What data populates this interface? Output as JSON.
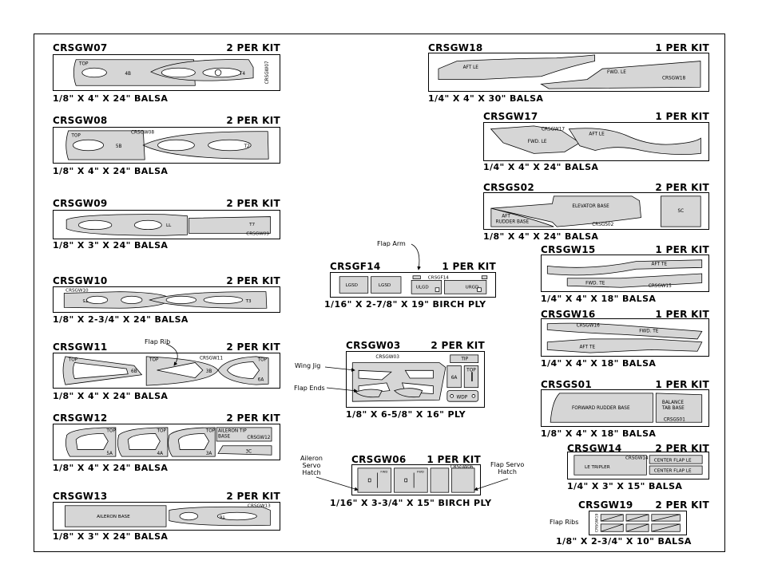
{
  "sheets": {
    "w07": {
      "code": "CRSGW07",
      "qty": "2 PER KIT",
      "material": "1/8\" X 4\" X 24\" BALSA",
      "labels": [
        "TOP",
        "4B",
        "T4",
        "CRSGW07"
      ]
    },
    "w08": {
      "code": "CRSGW08",
      "qty": "2 PER KIT",
      "material": "1/8\" X 4\" X 24\" BALSA",
      "labels": [
        "TOP",
        "5B",
        "CRSGW08",
        "T2"
      ]
    },
    "w09": {
      "code": "CRSGW09",
      "qty": "2 PER KIT",
      "material": "1/8\" X 3\" X 24\" BALSA",
      "labels": [
        "LL",
        "T7",
        "CRSGW09"
      ]
    },
    "w10": {
      "code": "CRSGW10",
      "qty": "2 PER KIT",
      "material": "1/8\" X 2-3/4\" X 24\" BALSA",
      "labels": [
        "CRSGW10",
        "T5",
        "T3"
      ]
    },
    "w11": {
      "code": "CRSGW11",
      "qty": "2 PER KIT",
      "material": "1/8\" X 4\" X 24\" BALSA",
      "labels": [
        "TOP",
        "6B",
        "TOP",
        "CRSGW11",
        "3B",
        "TOP",
        "6A"
      ]
    },
    "w12": {
      "code": "CRSGW12",
      "qty": "2 PER KIT",
      "material": "1/8\" X 4\" X 24\" BALSA",
      "labels": [
        "TOP",
        "5A",
        "TOP",
        "4A",
        "TOP",
        "3A",
        "AILERON TIP",
        "BASE",
        "CRSGW12",
        "3C"
      ]
    },
    "w13": {
      "code": "CRSGW13",
      "qty": "2 PER KIT",
      "material": "1/8\" X 3\" X 24\" BALSA",
      "labels": [
        "AILERON BASE",
        "CRSGW13",
        "T6"
      ]
    },
    "f14": {
      "code": "CRSGF14",
      "qty": "1 PER KIT",
      "material": "1/16\" X 2-7/8\" X 19\" BIRCH PLY",
      "labels": [
        "LGSD",
        "LGSD",
        "CRSGF14",
        "ULGD",
        "URGD"
      ]
    },
    "w03": {
      "code": "CRSGW03",
      "qty": "2 PER KIT",
      "material": "1/8\" X 6-5/8\" X 16\" PLY",
      "labels": [
        "CRSGW03",
        "TIP",
        "6A",
        "TOP",
        "WDP"
      ]
    },
    "w06": {
      "code": "CRSGW06",
      "qty": "1 PER KIT",
      "material": "1/16\" X 3-3/4\" X 15\" BIRCH PLY",
      "labels": [
        "CRSGW06",
        "FWD",
        "FWD"
      ]
    },
    "w18": {
      "code": "CRSGW18",
      "qty": "1 PER KIT",
      "material": "1/4\" X 4\" X 30\" BALSA",
      "labels": [
        "AFT LE",
        "FWD. LE",
        "CRSGW18"
      ]
    },
    "w17": {
      "code": "CRSGW17",
      "qty": "1 PER KIT",
      "material": "1/4\" X 4\" X 24\" BALSA",
      "labels": [
        "CRSGW17",
        "FWD. LE",
        "AFT LE"
      ]
    },
    "s02": {
      "code": "CRSGS02",
      "qty": "2 PER KIT",
      "material": "1/8\" X 4\" X 24\" BALSA",
      "labels": [
        "ELEVATOR BASE",
        "SC",
        "AFT",
        "RUDDER BASE",
        "CRSGS02"
      ]
    },
    "w15": {
      "code": "CRSGW15",
      "qty": "1 PER KIT",
      "material": "1/4\" X 4\" X 18\" BALSA",
      "labels": [
        "AFT TE",
        "FWD. TE",
        "CRSGW15"
      ]
    },
    "w16": {
      "code": "CRSGW16",
      "qty": "1 PER KIT",
      "material": "1/4\" X 4\" X 18\" BALSA",
      "labels": [
        "CRSGW16",
        "FWD. TE",
        "AFT TE"
      ]
    },
    "s01": {
      "code": "CRSGS01",
      "qty": "1 PER KIT",
      "material": "1/8\" X 4\" X 18\" BALSA",
      "labels": [
        "FORWARD RUDDER BASE",
        "BALANCE",
        "TAB BASE",
        "CRSGS01"
      ]
    },
    "w14": {
      "code": "CRSGW14",
      "qty": "2 PER KIT",
      "material": "1/4\" X 3\" X 15\" BALSA",
      "labels": [
        "LE TRIPLER",
        "CRSGW14",
        "CENTER FLAP LE",
        "CENTER FLAP LE"
      ]
    },
    "w19": {
      "code": "CRSGW19",
      "qty": "2 PER KIT",
      "material": "1/8\" X 2-3/4\" X 10\" BALSA",
      "labels": [
        "CRSGW19"
      ]
    }
  },
  "callouts": {
    "flap_rib_w11": "Flap Rib",
    "flap_arm": "Flap Arm",
    "wing_jig": "Wing Jig",
    "flap_ends": "Flap Ends",
    "aileron_servo_hatch": [
      "Aileron",
      "Servo",
      "Hatch"
    ],
    "flap_servo_hatch": [
      "Flap Servo",
      "Hatch"
    ],
    "flap_ribs_w19": "Flap Ribs"
  },
  "colors": {
    "part_fill": "#d6d6d6",
    "outline": "#000000",
    "background": "#ffffff"
  }
}
